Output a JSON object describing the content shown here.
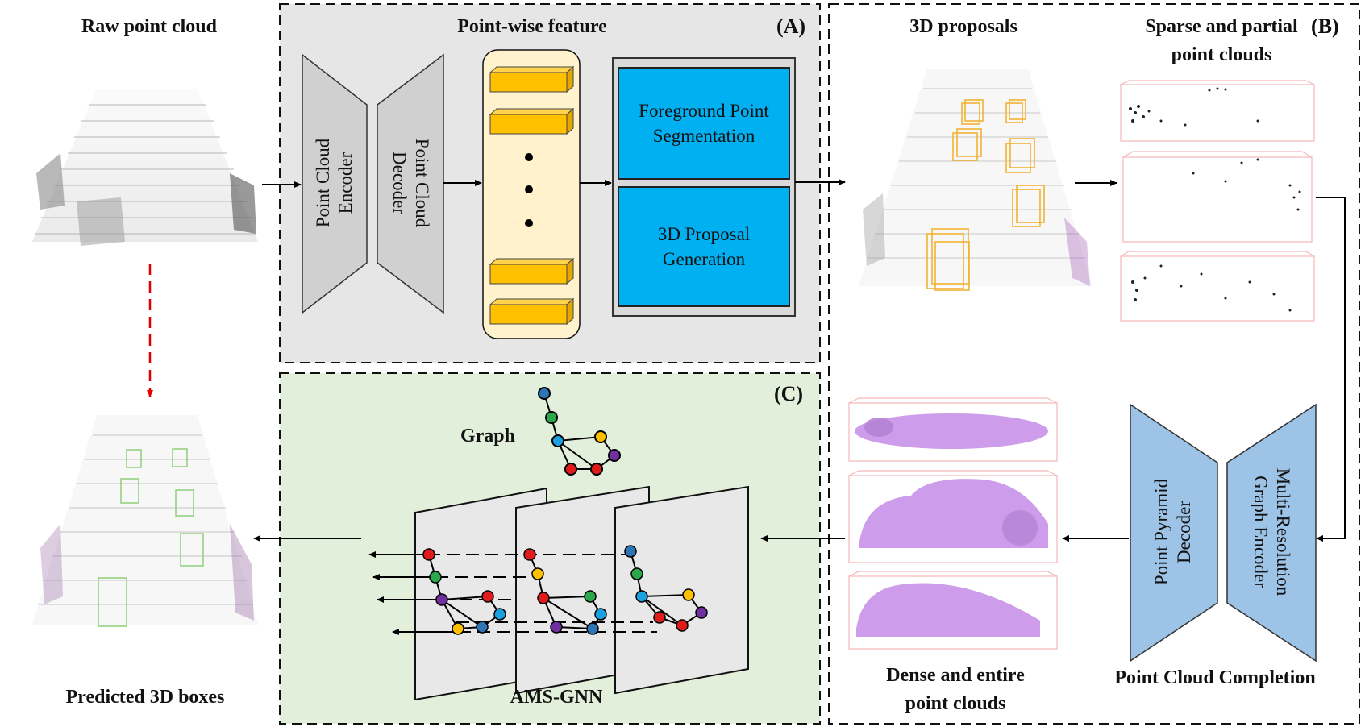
{
  "labels": {
    "raw_point_cloud": "Raw point cloud",
    "predicted_boxes": "Predicted 3D boxes",
    "point_wise_feature": "Point-wise feature",
    "proposals_3d": "3D proposals",
    "sparse_partial_line1": "Sparse and partial",
    "sparse_partial_line2": "point clouds",
    "dense_entire_line1": "Dense and entire",
    "dense_entire_line2": "point clouds",
    "point_cloud_completion": "Point Cloud Completion",
    "graph": "Graph",
    "ams_gnn": "AMS-GNN"
  },
  "panels": {
    "a": "(A)",
    "b": "(B)",
    "c": "(C)"
  },
  "modules": {
    "encoder_line1": "Point Cloud",
    "encoder_line2": "Encoder",
    "decoder_line1": "Point Cloud",
    "decoder_line2": "Decoder",
    "fg_seg": "Foreground Point Segmentation",
    "proposal_gen": "3D Proposal Generation",
    "pyramid_line1": "Point Pyramid",
    "pyramid_line2": "Decoder",
    "mr_line1": "Multi-Resolution",
    "mr_line2": "Graph Encoder"
  },
  "colors": {
    "panel_a_bg": "#e6e6e6",
    "panel_c_bg": "#e2efda",
    "trapezoid_gray": "#d0d0d0",
    "feature_bg": "#fff2cc",
    "feature_block": "#ffc000",
    "blue_box": "#00b0f0",
    "completion_blue": "#9dc3e6",
    "red_dash": "#e00000",
    "proposal_box": "#f2b233",
    "predicted_box": "#8fcf7a",
    "completed_points": "#a64ddb"
  }
}
